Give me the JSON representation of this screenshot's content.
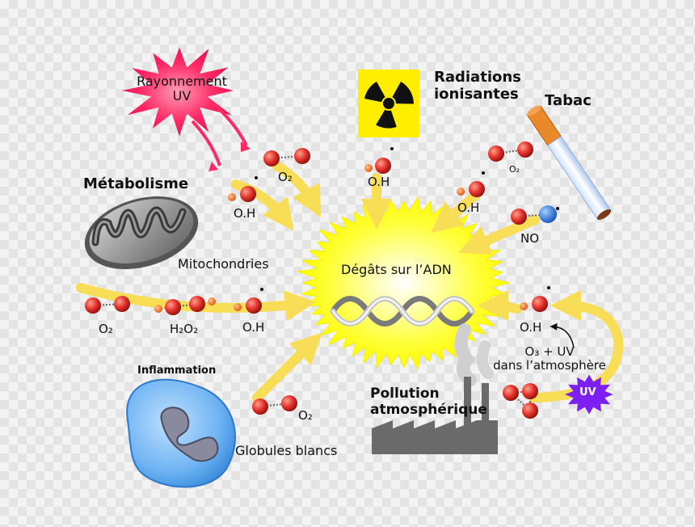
{
  "center": {
    "label": "Dégâts sur l’ADN"
  },
  "sources": {
    "uv_rays": {
      "line1": "Rayonnement",
      "line2": "UV"
    },
    "ionizing": {
      "line1": "Radiations",
      "line2": "ionisantes"
    },
    "tobacco": {
      "label": "Tabac"
    },
    "metabolism": {
      "title": "Métabolisme",
      "organelle": "Mitochondries"
    },
    "inflammation": {
      "title": "Inflammation",
      "cells": "Globules blancs"
    },
    "pollution": {
      "line1": "Pollution",
      "line2": "atmosphérique"
    },
    "ozone_reaction": {
      "line1": "O₃ + UV",
      "line2": "dans l’atmosphère",
      "uv_badge": "UV"
    }
  },
  "species": {
    "superoxide": "O₂",
    "hydroxyl": "O.H",
    "peroxide": "H₂O₂",
    "nitric_oxide": "NO"
  },
  "colors": {
    "burst_center": "#ffff00",
    "arrow": "#f8dd57",
    "oxygen_atom": "#e0302a",
    "hydrogen_atom": "#f07a24",
    "nitrogen_atom": "#2a6fd6",
    "uv_star": "#ff1455",
    "uv_badge": "#7d1ff0"
  },
  "icons": [
    "uv-starburst-icon",
    "radiation-trefoil-icon",
    "cigarette-icon",
    "mitochondrion-icon",
    "white-blood-cell-icon",
    "factory-icon",
    "dna-helix-icon"
  ]
}
